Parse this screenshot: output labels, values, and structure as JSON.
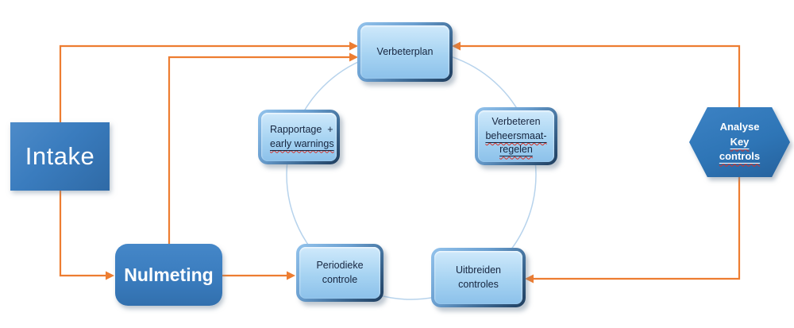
{
  "colors": {
    "connector_orange": "#ED7D31",
    "cycle_circle_stroke": "#B7D3EC",
    "cycle_box_fill": "#A6D3F2",
    "cycle_box_frame": "#3B6791",
    "solid_shape_blue": "#3A7CBE",
    "hexagon_blue": "#2E75B6",
    "dark_text": "#16253F",
    "spellcheck_red": "#D93025"
  },
  "nodes": {
    "intake": {
      "label": "Intake"
    },
    "nulmeting": {
      "label": "Nulmeting"
    },
    "verbeterplan": {
      "label": "Verbeterplan"
    },
    "rapportage": {
      "line1": "Rapportage  +",
      "line2": "early warnings"
    },
    "verbeteren_beheersmaatregelen": {
      "line1": "Verbeteren",
      "line2": "beheersmaat-",
      "line3": "regelen"
    },
    "periodieke_controle": {
      "line1": "Periodieke",
      "line2": "controle"
    },
    "uitbreiden_controles": {
      "line1": "Uitbreiden",
      "line2": "controles"
    },
    "analyse_key_controls": {
      "line1": "Analyse",
      "line2": "Key",
      "line3": "controls"
    }
  }
}
